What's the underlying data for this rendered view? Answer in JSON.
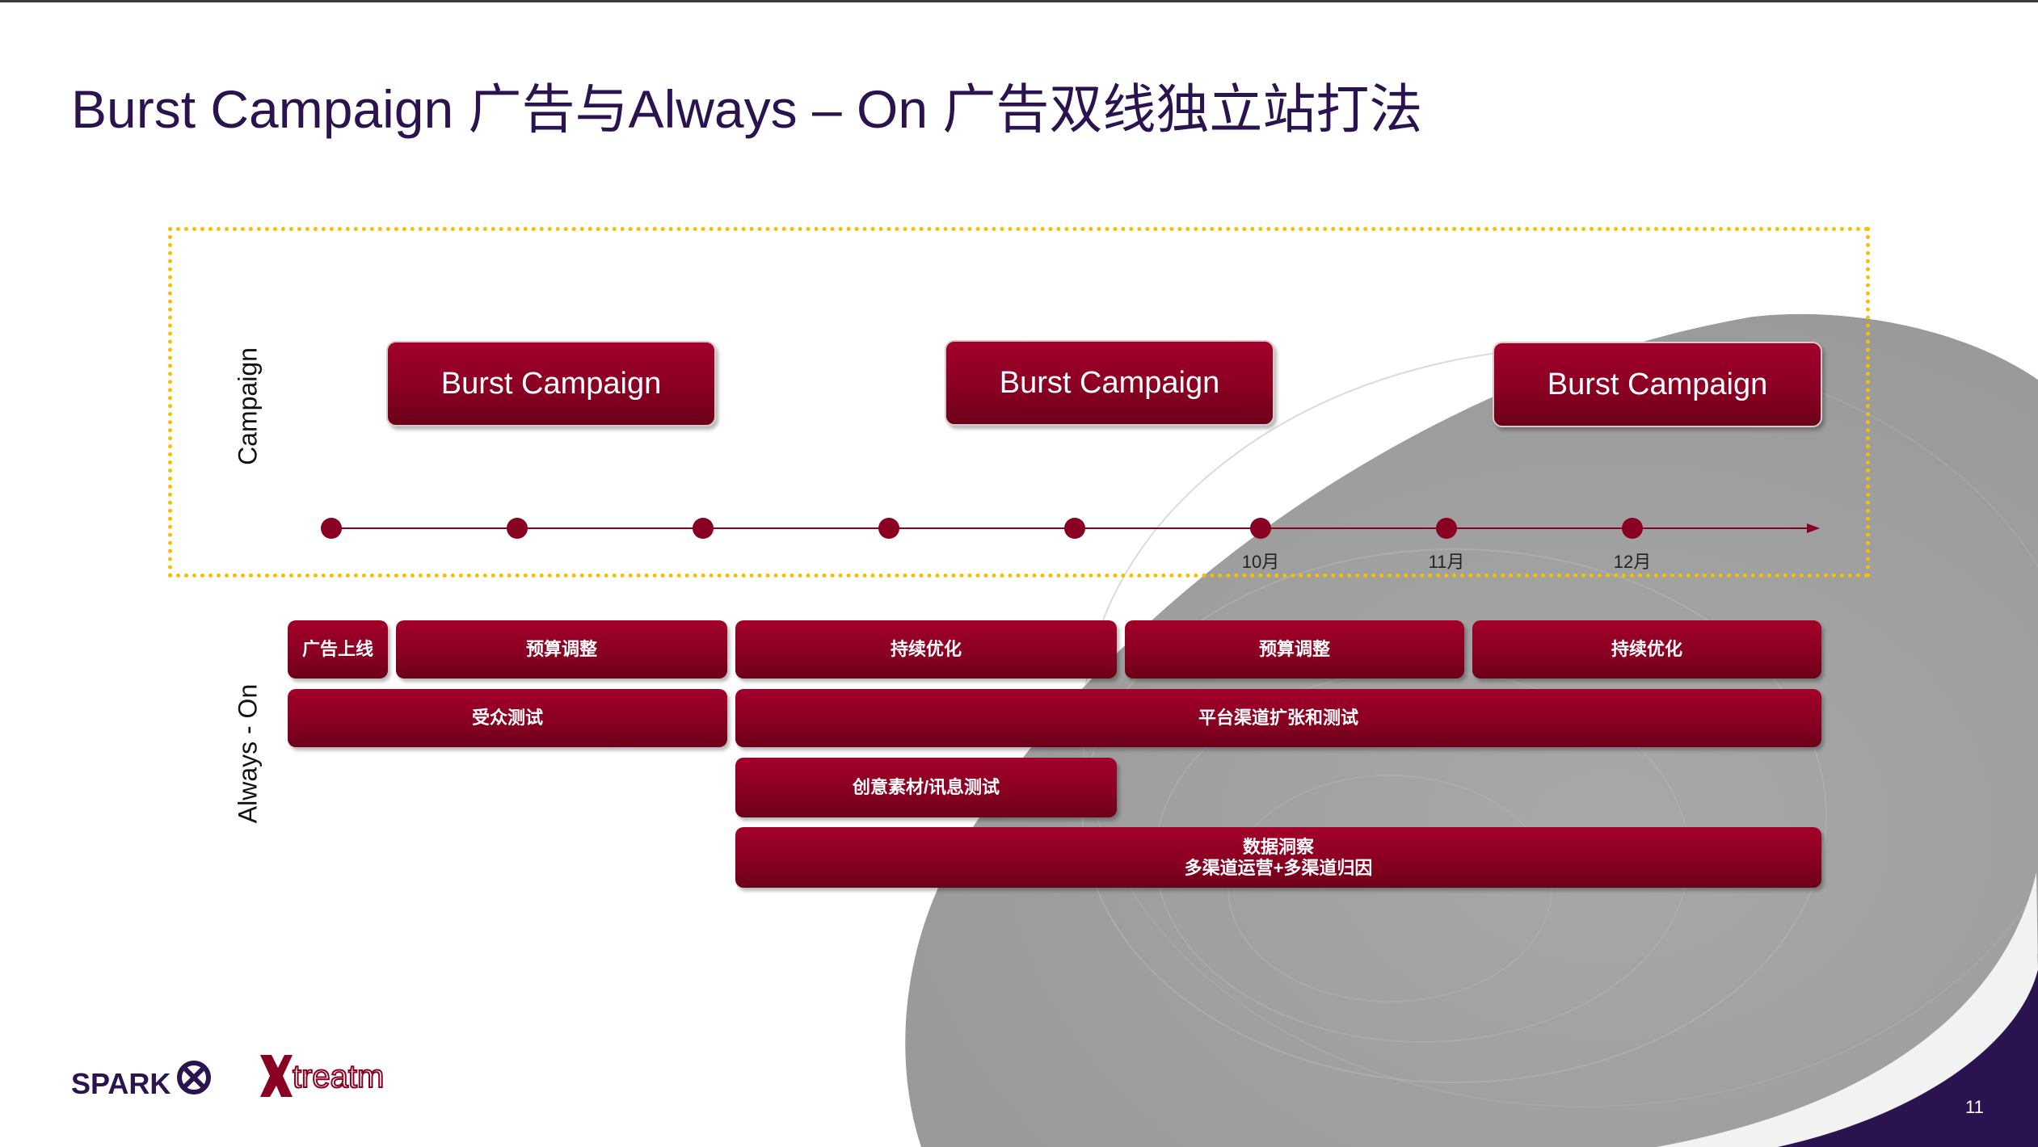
{
  "slide": {
    "title": "Burst Campaign 广告与Always – On 广告双线独立站打法",
    "page_number": "11"
  },
  "campaign_section": {
    "label": "Campaign",
    "bursts": [
      "Burst Campaign",
      "Burst Campaign",
      "Burst Campaign"
    ],
    "timeline": {
      "point_count": 8,
      "ticks": [
        {
          "label": "10月",
          "point_index": 5
        },
        {
          "label": "11月",
          "point_index": 6
        },
        {
          "label": "12月",
          "point_index": 7
        }
      ]
    }
  },
  "always_on_section": {
    "label": "Always - On",
    "row1": [
      "广告上线",
      "预算调整",
      "持续优化",
      "预算调整",
      "持续优化"
    ],
    "row2": [
      "受众测试",
      "平台渠道扩张和测试"
    ],
    "row3": [
      "创意素材/讯息测试"
    ],
    "row4": {
      "line1": "数据洞察",
      "line2": "多渠道运营+多渠道归因"
    }
  },
  "logos": {
    "spark": {
      "text": "SPARK"
    },
    "xtream": {
      "text": "treatm"
    }
  },
  "colors": {
    "title": "#2b1350",
    "bar": "#8a0022",
    "timeline": "#8a0022",
    "frame": "#f5c000",
    "accent_purple": "#2b1350"
  }
}
